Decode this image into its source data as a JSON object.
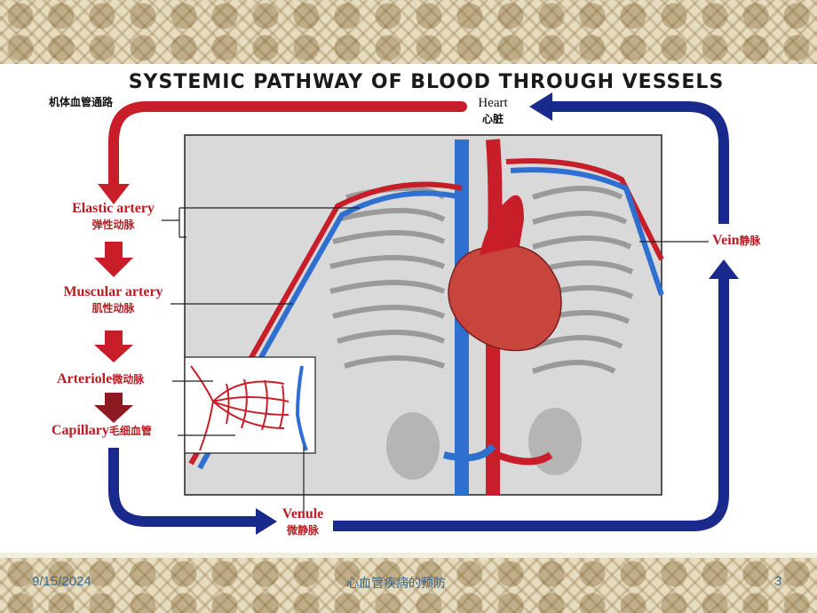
{
  "title": "SYSTEMIC PATHWAY OF BLOOD THROUGH VESSELS",
  "pathway_label": "机体血管通路",
  "heart": {
    "en": "Heart",
    "cn": "心脏"
  },
  "elastic_artery": {
    "en": "Elastic artery",
    "cn": "弹性动脉"
  },
  "muscular_artery": {
    "en": "Muscular artery",
    "cn": "肌性动脉"
  },
  "arteriole": {
    "en": "Arteriole",
    "cn": "微动脉"
  },
  "capillary": {
    "en": "Capillary",
    "cn": "毛细血管"
  },
  "vein": {
    "en": "Vein",
    "cn": "静脉"
  },
  "venule": {
    "en": "Venule",
    "cn": "微静脉"
  },
  "colors": {
    "artery": "#c81e2a",
    "vein": "#1a2a8c",
    "border": "#e6dcc0"
  },
  "footer": {
    "date": "9/15/2024",
    "topic": "心血管疾病的预防",
    "page": "3"
  }
}
